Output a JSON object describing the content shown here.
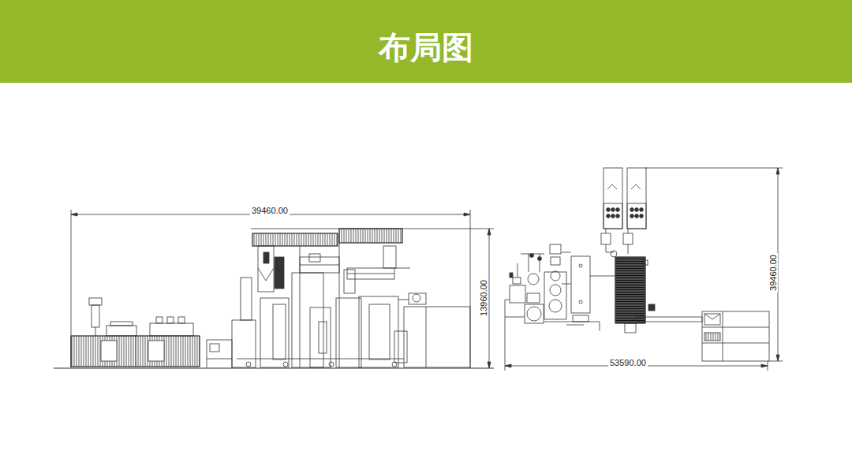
{
  "diagram": {
    "title": "布局图",
    "labels": [
      "39460.00",
      "13960.00",
      "39460.00",
      "53590.00"
    ]
  }
}
